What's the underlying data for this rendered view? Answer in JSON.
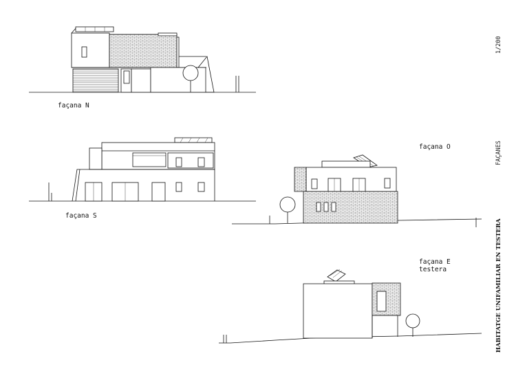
{
  "elevations": {
    "north": {
      "label": "façana N"
    },
    "south": {
      "label": "façana S"
    },
    "west": {
      "label": "façana O"
    },
    "east": {
      "label_line1": "façana E",
      "label_line2": "testera"
    }
  },
  "sidebar": {
    "scale": "1/200",
    "sheet_title": "FAÇANES",
    "project_title": "HABITATGE UNIFAMILIAR EN TESTERA"
  }
}
